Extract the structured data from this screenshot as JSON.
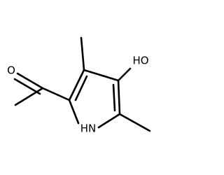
{
  "molecule": {
    "atoms": {
      "carbonyl_oxygen": "O",
      "hydroxyl": "HO",
      "ring_nitrogen": "HN"
    }
  },
  "colors": {
    "background": "#ffffff",
    "bond": "#000000",
    "label": "#000000"
  }
}
